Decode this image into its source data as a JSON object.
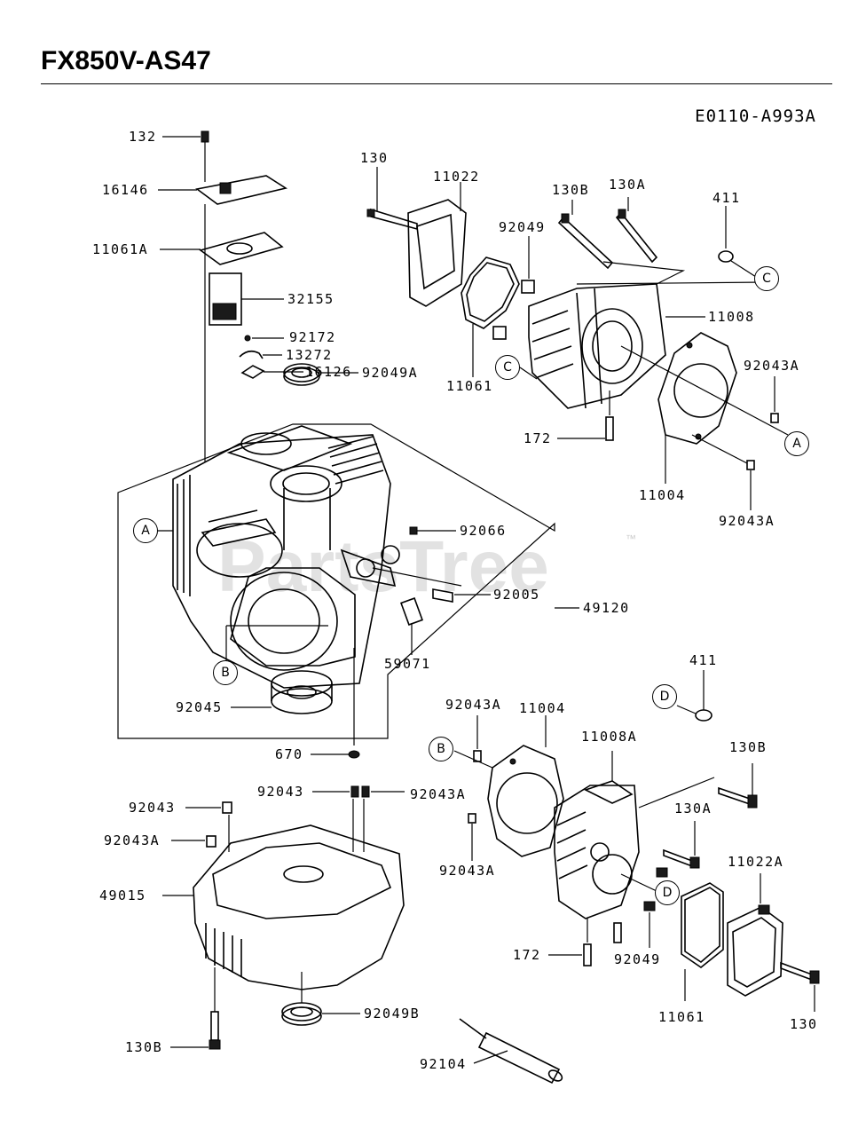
{
  "header": {
    "title": "FX850V-AS47",
    "diagram_code": "E0110-A993A"
  },
  "watermark": {
    "text": "PartsTree",
    "tm": "™"
  },
  "refs": {
    "a": "A",
    "b": "B",
    "c": "C",
    "d": "D"
  },
  "parts": {
    "p132": "132",
    "p16146": "16146",
    "p11061A": "11061A",
    "p32155": "32155",
    "p92172": "92172",
    "p13272": "13272",
    "p16126": "16126",
    "p92049A": "92049A",
    "p130_top": "130",
    "p11022": "11022",
    "p92049_top": "92049",
    "p130B_top": "130B",
    "p130A_top": "130A",
    "p411_top": "411",
    "p11008": "11008",
    "p92043A_r1": "92043A",
    "p11061_top": "11061",
    "p172_top": "172",
    "p11004_top": "11004",
    "p92043A_r2": "92043A",
    "p92066": "92066",
    "p92005": "92005",
    "p49120": "49120",
    "p59071": "59071",
    "p92045": "92045",
    "p670": "670",
    "p411_mid": "411",
    "p92043A_mid": "92043A",
    "p11004_mid": "11004",
    "p11008A": "11008A",
    "p130B_mid": "130B",
    "p92043_a": "92043",
    "p92043A_b": "92043A",
    "p92043_b": "92043",
    "p92043A_c": "92043A",
    "p49015": "49015",
    "p92043A_d": "92043A",
    "p130A_mid": "130A",
    "p11022A": "11022A",
    "p172_bot": "172",
    "p92049_bot": "92049",
    "p92049B": "92049B",
    "p11061_bot": "11061",
    "p130_bot": "130",
    "p130B_bot": "130B",
    "p92104": "92104"
  }
}
